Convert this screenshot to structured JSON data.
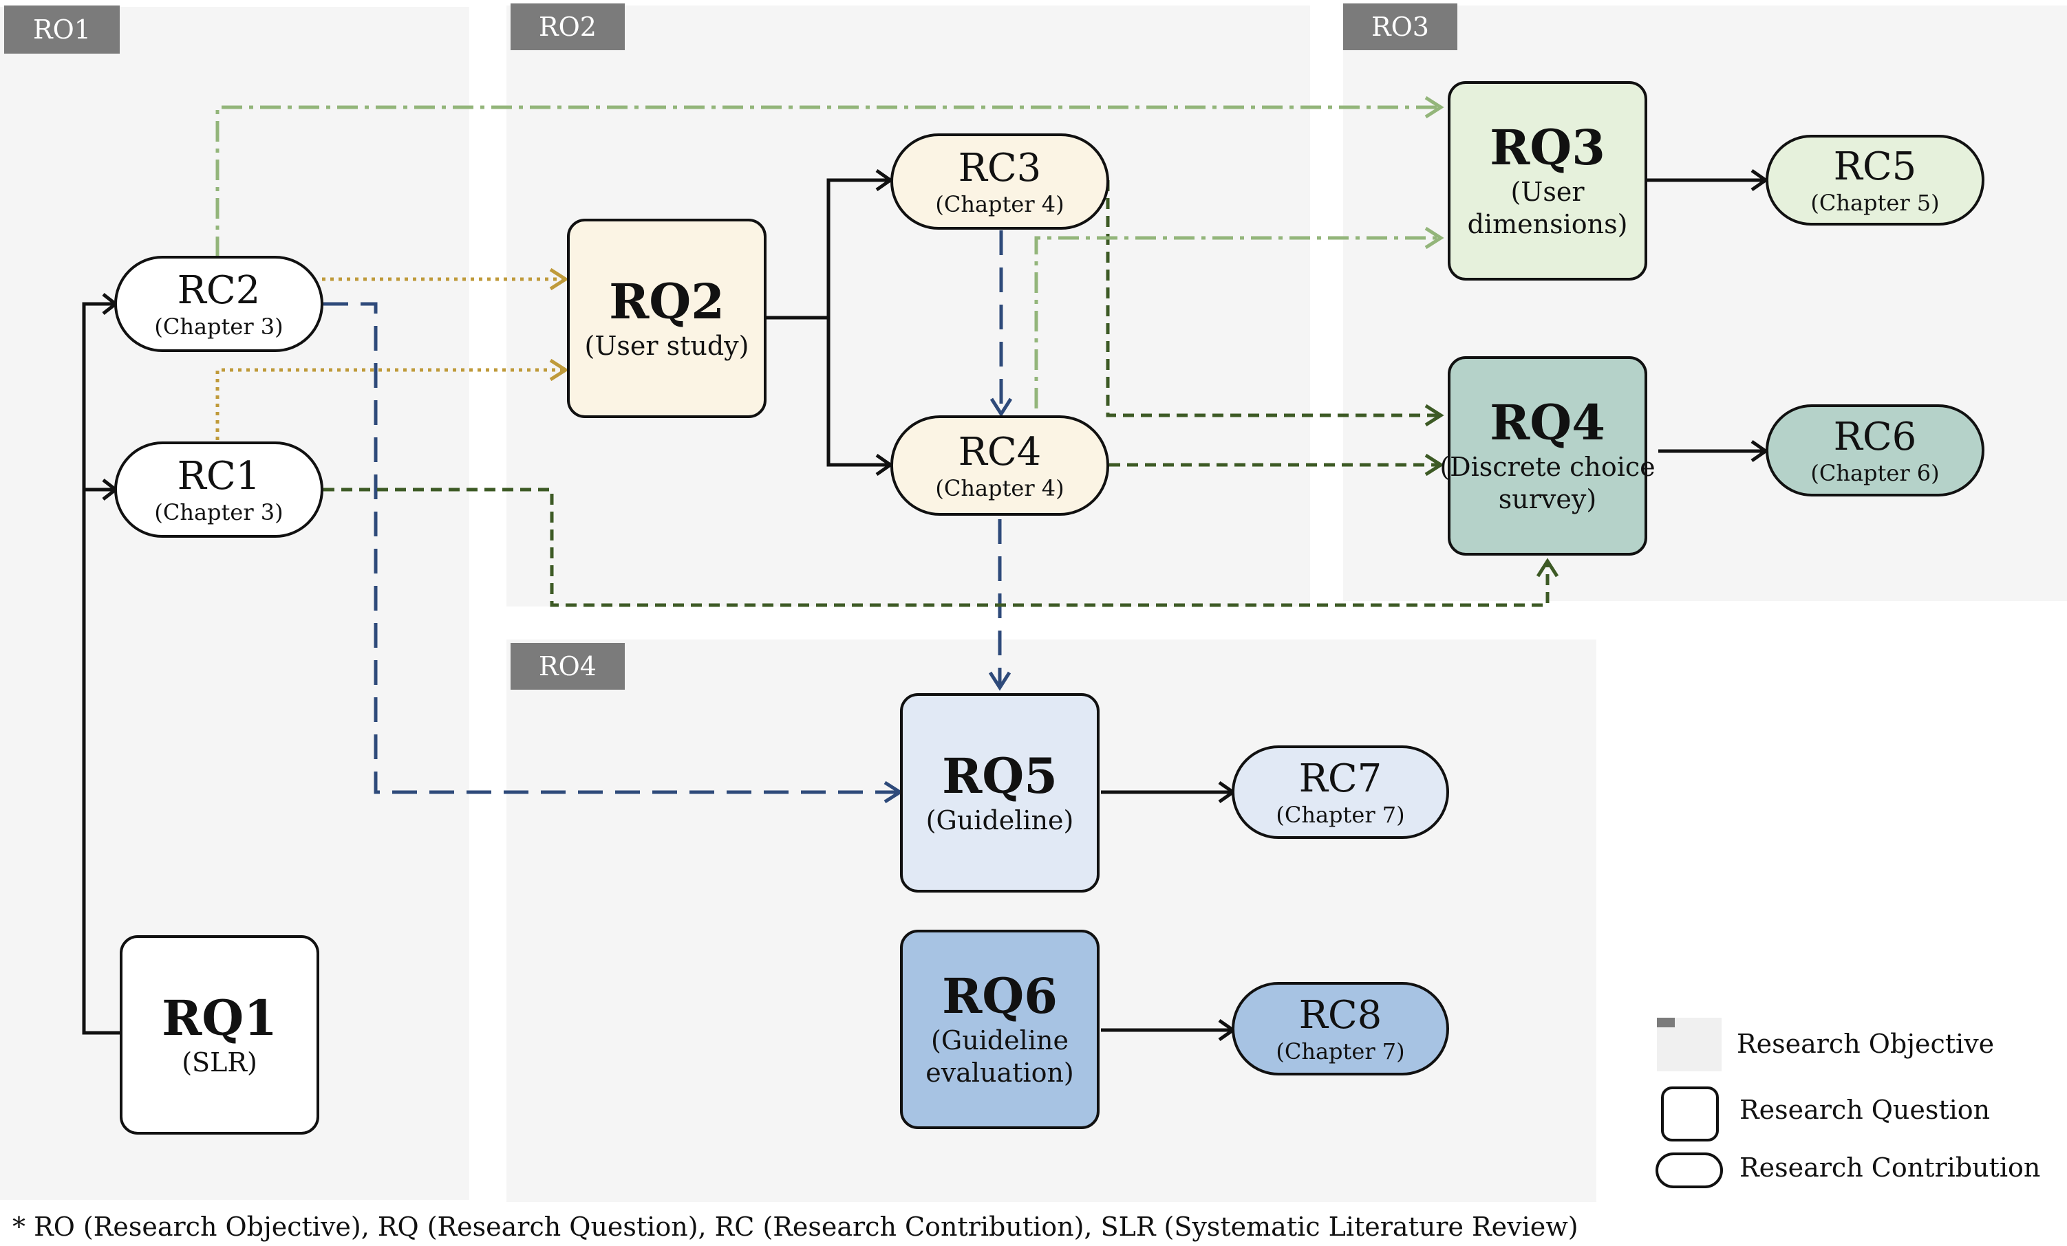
{
  "regions": [
    {
      "id": "ro1",
      "label": "RO1"
    },
    {
      "id": "ro2",
      "label": "RO2"
    },
    {
      "id": "ro3",
      "label": "RO3"
    },
    {
      "id": "ro4",
      "label": "RO4"
    }
  ],
  "questions": {
    "rq1": {
      "title": "RQ1",
      "sub": "(SLR)"
    },
    "rq2": {
      "title": "RQ2",
      "sub": "(User study)"
    },
    "rq3": {
      "title": "RQ3",
      "sub1": "(User",
      "sub2": "dimensions)"
    },
    "rq4": {
      "title": "RQ4",
      "sub1": "(Discrete choice",
      "sub2": "survey)"
    },
    "rq5": {
      "title": "RQ5",
      "sub": "(Guideline)"
    },
    "rq6": {
      "title": "RQ6",
      "sub1": "(Guideline",
      "sub2": "evaluation)"
    }
  },
  "contributions": {
    "rc1": {
      "title": "RC1",
      "sub": "(Chapter 3)"
    },
    "rc2": {
      "title": "RC2",
      "sub": "(Chapter 3)"
    },
    "rc3": {
      "title": "RC3",
      "sub": "(Chapter 4)"
    },
    "rc4": {
      "title": "RC4",
      "sub": "(Chapter 4)"
    },
    "rc5": {
      "title": "RC5",
      "sub": "(Chapter 5)"
    },
    "rc6": {
      "title": "RC6",
      "sub": "(Chapter 6)"
    },
    "rc7": {
      "title": "RC7",
      "sub": "(Chapter 7)"
    },
    "rc8": {
      "title": "RC8",
      "sub": "(Chapter 7)"
    }
  },
  "legend": {
    "objective": "Research Objective",
    "question": "Research Question",
    "contribution": "Research Contribution"
  },
  "footnote": "* RO (Research Objective), RQ (Research Question), RC (Research Contribution), SLR (Systematic Literature Review)",
  "colors": {
    "region_bg": "#f5f5f5",
    "tag_bg": "#7b7b7b",
    "rq2_fill": "#fbf4e4",
    "rq3_fill": "#e6f1dc",
    "rq4_fill": "#b5d2c9",
    "rq5_fill": "#e1e9f5",
    "rq6_fill": "#a7c3e3",
    "arrow_gold": "#bf9a3a",
    "arrow_blue": "#2e4a7a",
    "arrow_darkgreen": "#3d5a25",
    "arrow_lightgreen": "#93b57a"
  }
}
